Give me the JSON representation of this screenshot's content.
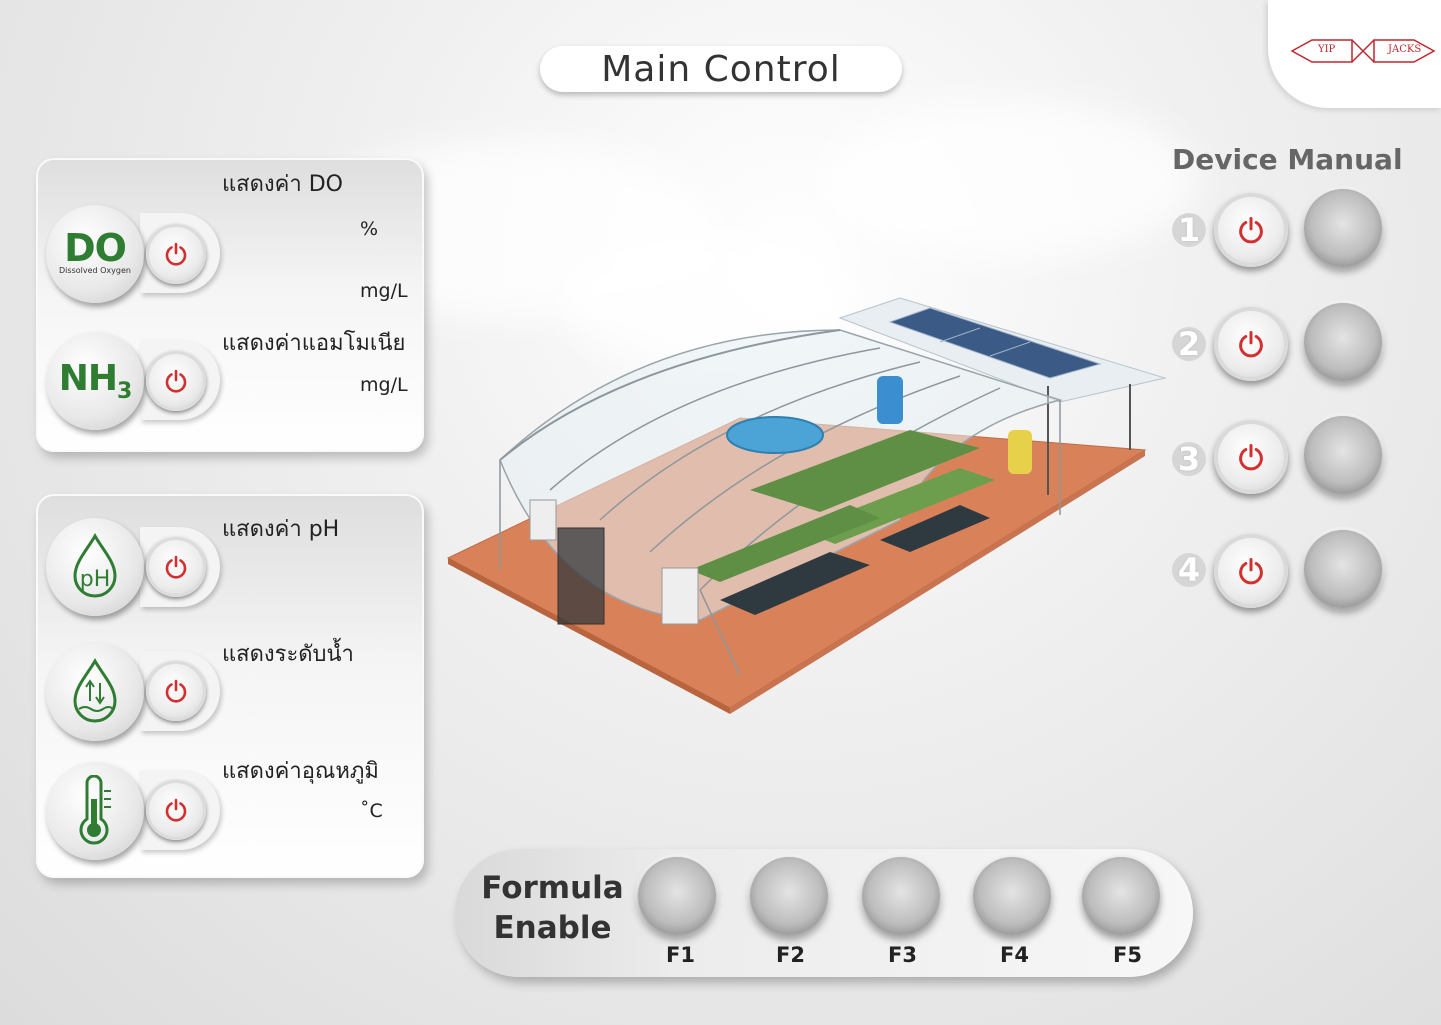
{
  "title": "Main Control",
  "logo": {
    "left_text": "YIP",
    "right_text": "JACKS"
  },
  "sensors": {
    "do": {
      "icon_main": "DO",
      "icon_sub": "Dissolved Oxygen",
      "label": "แสดงค่า DO",
      "unit_percent": "%",
      "unit_mg": "mg/L"
    },
    "nh3": {
      "icon_main": "NH",
      "icon_subscript": "3",
      "label": "แสดงค่าแอมโมเนีย",
      "unit": "mg/L"
    },
    "ph": {
      "icon_text": "pH",
      "label": "แสดงค่า pH"
    },
    "water_level": {
      "label": "แสดงระดับน้ำ"
    },
    "temperature": {
      "label": "แสดงค่าอุณหภูมิ",
      "unit": "˚C"
    }
  },
  "device_manual": {
    "title": "Device Manual",
    "devices": [
      {
        "number": "1"
      },
      {
        "number": "2"
      },
      {
        "number": "3"
      },
      {
        "number": "4"
      }
    ]
  },
  "formula": {
    "label_line1": "Formula",
    "label_line2": "Enable",
    "buttons": [
      {
        "label": "F1"
      },
      {
        "label": "F2"
      },
      {
        "label": "F3"
      },
      {
        "label": "F4"
      },
      {
        "label": "F5"
      }
    ]
  },
  "colors": {
    "accent_green": "#2e7d32",
    "power_red": "#d32f2f",
    "logo_red": "#c0272d",
    "ground_orange": "#d9825a"
  }
}
